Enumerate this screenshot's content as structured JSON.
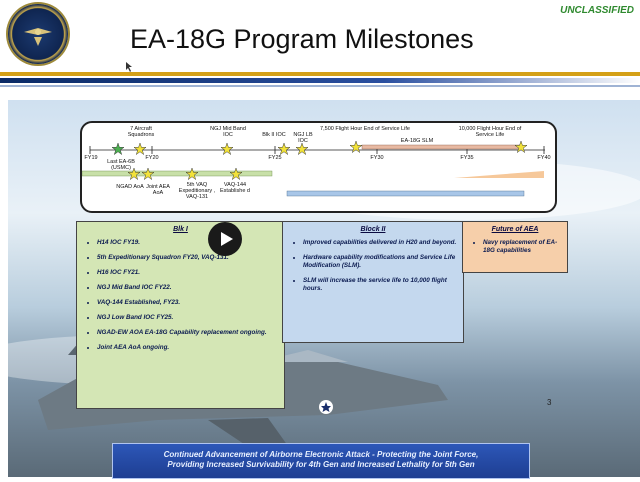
{
  "header": {
    "title": "EA-18G Program Milestones",
    "classification": "UNCLASSIFIED"
  },
  "timeline": {
    "fiscal_years": [
      "FY19",
      "FY20",
      "FY25",
      "FY30",
      "FY35",
      "FY40"
    ],
    "top_labels": [
      "7 Aircraft Squadrons",
      "NGJ Mid Band IOC",
      "Blk II IOC",
      "NGJ LB IOC",
      "7,500 Flight Hour End of Service Life",
      "EA-18G SLM",
      "10,000 Flight Hour End of Service Life"
    ],
    "bottom_labels": [
      "Last EA-6B (USMC)",
      "NGAD AoA",
      "Joint AEA AoA",
      "5th VAQ Expeditionary , VAQ-131",
      "VAQ-144 Establishe d"
    ]
  },
  "blocks": {
    "blk1": {
      "title": "Blk I",
      "items": [
        "H14 IOC FY19.",
        "5th Expeditionary Squadron FY20, VAQ-131.",
        "H16 IOC FY21.",
        "NGJ Mid Band IOC FY22.",
        "VAQ-144 Established, FY23.",
        "NGJ Low Band IOC FY25.",
        "NGAD-EW AOA EA-18G Capability replacement ongoing.",
        "Joint AEA AoA ongoing."
      ]
    },
    "blk2": {
      "title": "Block II",
      "items": [
        "Improved capabilities delivered in H20 and beyond.",
        "Hardware capability modifications and Service Life Modification (SLM).",
        "SLM will increase the service life to 10,000 flight hours."
      ]
    },
    "future": {
      "title": "Future of AEA",
      "items": [
        "Navy replacement of EA-18G capabilities"
      ]
    }
  },
  "page_number": "3",
  "banner": {
    "line1": "Continued Advancement of Airborne Electronic Attack - Protecting the Joint Force,",
    "line2": "Providing Increased Survivability for 4th Gen  and Increased Lethality for 5th Gen"
  },
  "colors": {
    "star_fill": "#f2e23a",
    "star_green": "#4caf50",
    "blk1_bg": "#d4e6b5",
    "blk2_bg": "#c4d8ee",
    "future_bg": "#f6cfaa",
    "banner_bg": "#2d57b8"
  }
}
